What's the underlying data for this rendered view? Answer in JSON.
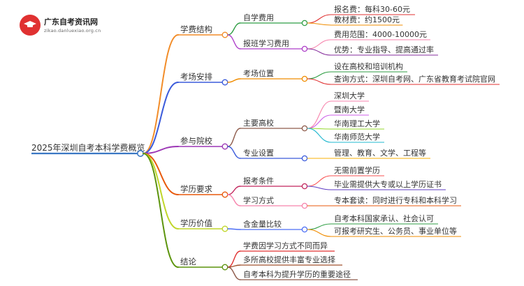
{
  "brand": {
    "name": "广东自考资讯网",
    "url": "zikao.danluexiao.org.cn",
    "logo_icon": "graduation-cap-icon",
    "logo_color": "#e03131"
  },
  "root": {
    "label": "2025年深圳自考本科学费概览",
    "color": "#3b78c4"
  },
  "branches": [
    {
      "label": "学费结构",
      "color": "#f28c28",
      "children": [
        {
          "label": "自学费用",
          "color": "#2f9e44",
          "children": [
            {
              "label": "报名费：每科30-60元",
              "color": "#e03131"
            },
            {
              "label": "教材费：约1500元",
              "color": "#f08c00"
            }
          ]
        },
        {
          "label": "报班学习费用",
          "color": "#ae3ec9",
          "children": [
            {
              "label": "费用范围：4000-10000元",
              "color": "#f783ac"
            },
            {
              "label": "优势：专业指导、提高通过率",
              "color": "#862e9c"
            }
          ]
        }
      ]
    },
    {
      "label": "考场安排",
      "color": "#3b5bdb",
      "children": [
        {
          "label": "考场位置",
          "color": "#f08c00",
          "children": [
            {
              "label": "设在高校和培训机构",
              "color": "#2f9e44"
            },
            {
              "label": "查询方式：深圳自考网、广东省教育考试院官网",
              "color": "#e03131"
            }
          ]
        }
      ]
    },
    {
      "label": "参与院校",
      "color": "#9c36b5",
      "children": [
        {
          "label": "主要高校",
          "color": "#8d5a4a",
          "children": [
            {
              "label": "深圳大学",
              "color": "#f783ac"
            },
            {
              "label": "暨南大学",
              "color": "#cc5de8"
            },
            {
              "label": "华南理工大学",
              "color": "#94d82d"
            },
            {
              "label": "华南师范大学",
              "color": "#22b8cf"
            }
          ]
        },
        {
          "label": "专业设置",
          "color": "#3b5bdb",
          "children": [
            {
              "label": "管理、教育、文学、工程等",
              "color": "#fab005"
            }
          ]
        }
      ]
    },
    {
      "label": "学历要求",
      "color": "#e8590c",
      "children": [
        {
          "label": "报考条件",
          "color": "#c2255c",
          "children": [
            {
              "label": "无需前置学历",
              "color": "#fa5252"
            },
            {
              "label": "毕业需提供大专或以上学历证书",
              "color": "#5f3dc4"
            }
          ]
        },
        {
          "label": "学习方式",
          "color": "#f783ac",
          "children": [
            {
              "label": "专本套读：同时进行专科和本科学习",
              "color": "#e8590c"
            }
          ]
        }
      ]
    },
    {
      "label": "学历价值",
      "color": "#c0d62a",
      "children": [
        {
          "label": "含金量比较",
          "color": "#4c6ef5",
          "children": [
            {
              "label": "自考本科国家承认、社会认可",
              "color": "#2f9e44"
            },
            {
              "label": "可报考研究生、公务员、事业单位等",
              "color": "#f08c00"
            }
          ]
        }
      ]
    },
    {
      "label": "结论",
      "color": "#5c940d",
      "children": [
        {
          "label": "学费因学习方式不同而异",
          "color": "#e03131"
        },
        {
          "label": "多所高校提供丰富专业选择",
          "color": "#a0522d"
        },
        {
          "label": "自考本科为提升学历的重要途径",
          "color": "#8d5a4a"
        }
      ]
    }
  ]
}
